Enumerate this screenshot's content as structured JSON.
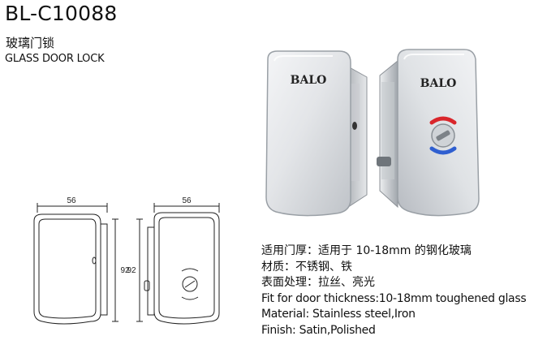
{
  "product": {
    "model": "BL-C10088",
    "name_cn": "玻璃门锁",
    "name_en": "GLASS DOOR LOCK"
  },
  "photo": {
    "brand_left": "BALO",
    "brand_right": "BALO",
    "finish_color": "#d9dcdf",
    "indicator_colors": [
      "#d9262b",
      "#2f5fd0"
    ]
  },
  "drawing": {
    "front_width": "56",
    "front_height": "92",
    "side_width": "56",
    "side_height": "92"
  },
  "specs": {
    "cn_thickness": "适用门厚：适用于 10-18mm 的钢化玻璃",
    "cn_material": "材质：不锈钢、铁",
    "cn_finish": "表面处理：拉丝、亮光",
    "en_thickness": "Fit for door thickness:10-18mm toughened glass",
    "en_material": "Material: Stainless steel,Iron",
    "en_finish": "Finish: Satin,Polished"
  }
}
